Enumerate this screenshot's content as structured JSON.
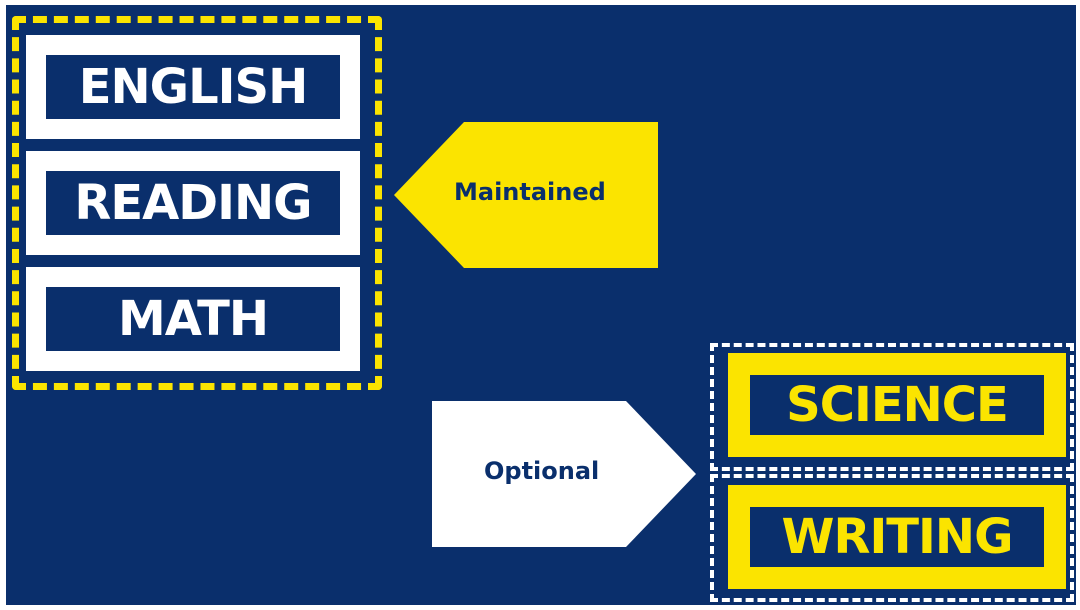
{
  "colors": {
    "background": "#0a2f6c",
    "yellow": "#fbe400",
    "white": "#ffffff"
  },
  "maintained_group": {
    "subjects": [
      "ENGLISH",
      "READING",
      "MATH"
    ],
    "tag_label": "Maintained"
  },
  "optional_group": {
    "subjects": [
      "SCIENCE",
      "WRITING"
    ],
    "tag_label": "Optional"
  }
}
